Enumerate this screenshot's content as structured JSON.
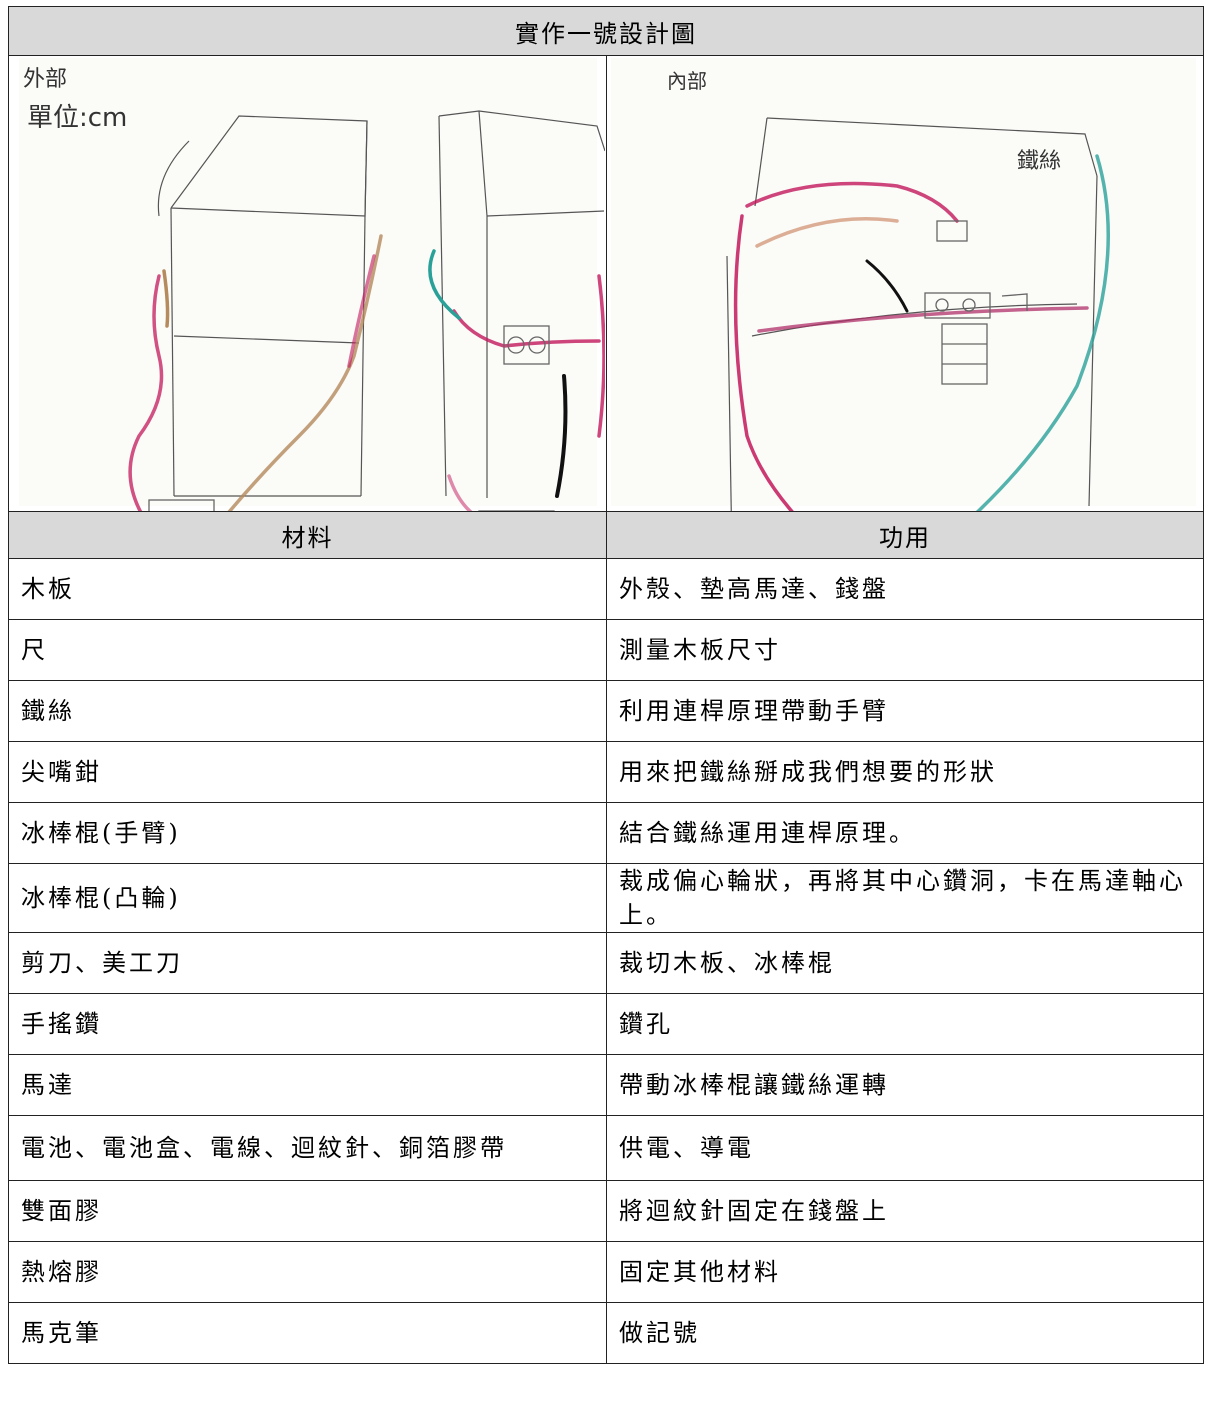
{
  "title": "實作一號設計圖",
  "drawings": {
    "left_notes": [
      "外部",
      "單位:cm"
    ],
    "right_notes": [
      "內部",
      "鐵絲"
    ]
  },
  "table": {
    "headers": [
      "材料",
      "功用"
    ],
    "rows": [
      {
        "material": "木板",
        "function": "外殼、墊高馬達、錢盤"
      },
      {
        "material": "尺",
        "function": "測量木板尺寸"
      },
      {
        "material": "鐵絲",
        "function": "利用連桿原理帶動手臂"
      },
      {
        "material": "尖嘴鉗",
        "function": "用來把鐵絲掰成我們想要的形狀"
      },
      {
        "material": "冰棒棍(手臂)",
        "function": "結合鐵絲運用連桿原理。"
      },
      {
        "material": "冰棒棍(凸輪)",
        "function": "裁成偏心輪狀，再將其中心鑽洞，卡在馬達軸心上。"
      },
      {
        "material": "剪刀、美工刀",
        "function": "裁切木板、冰棒棍"
      },
      {
        "material": "手搖鑽",
        "function": "鑽孔"
      },
      {
        "material": "馬達",
        "function": "帶動冰棒棍讓鐵絲運轉"
      },
      {
        "material": "電池、電池盒、電線、迴紋針、銅箔膠帶",
        "function": "供電、導電"
      },
      {
        "material": "雙面膠",
        "function": "將迴紋針固定在錢盤上"
      },
      {
        "material": "熱熔膠",
        "function": "固定其他材料"
      },
      {
        "material": "馬克筆",
        "function": "做記號"
      }
    ]
  }
}
